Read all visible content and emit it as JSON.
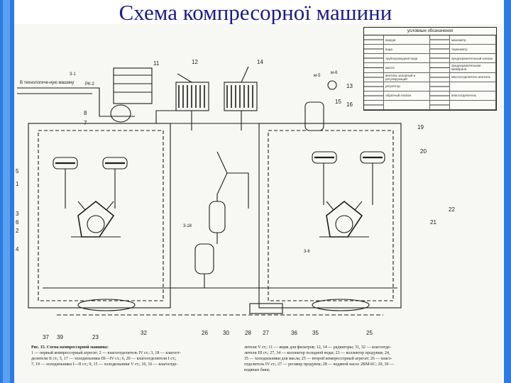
{
  "slide": {
    "title": "Схема компресорної машини"
  },
  "legend": {
    "header": "условные обозначения",
    "items": [
      {
        "label": "вакуум"
      },
      {
        "label": "манометр"
      },
      {
        "label": "вода"
      },
      {
        "label": "термометр"
      },
      {
        "label": "трубопроводная вода"
      },
      {
        "label": "предохранительный клапан"
      },
      {
        "label": "масло"
      },
      {
        "label": "предохранительная мембрана"
      },
      {
        "label": "вентиль запорный и регулирующий"
      },
      {
        "label": "маслоотделитель вентиль"
      },
      {
        "label": "регулятор"
      },
      {
        "label": ""
      },
      {
        "label": "обратный клапан"
      },
      {
        "label": "влагоотделитель"
      },
      {
        "label": ""
      },
      {
        "label": ""
      }
    ]
  },
  "callouts": [
    {
      "id": "5"
    },
    {
      "id": "1"
    },
    {
      "id": "3"
    },
    {
      "id": "6"
    },
    {
      "id": "2"
    },
    {
      "id": "4"
    },
    {
      "id": "8"
    },
    {
      "id": "7"
    },
    {
      "id": "11"
    },
    {
      "id": "12"
    },
    {
      "id": "14"
    },
    {
      "id": "13"
    },
    {
      "id": "15"
    },
    {
      "id": "16"
    },
    {
      "id": "19"
    },
    {
      "id": "20"
    },
    {
      "id": "22"
    },
    {
      "id": "21"
    },
    {
      "id": "23"
    },
    {
      "id": "26"
    },
    {
      "id": "27"
    },
    {
      "id": "28"
    },
    {
      "id": "30"
    },
    {
      "id": "32"
    },
    {
      "id": "35"
    },
    {
      "id": "36"
    },
    {
      "id": "37"
    },
    {
      "id": "39"
    },
    {
      "id": "25"
    }
  ],
  "annotations": {
    "to_process": "В технологиче-ную машину",
    "tag_3_1": "3-1",
    "tag_pk": "РК-2",
    "tag_v18": "3-18",
    "tag_v6": "3-6",
    "tag_m5": "м-5",
    "tag_m6": "м-6"
  },
  "caption": {
    "heading": "Рис. 15. Схема компрессорной машины:",
    "left": [
      "1 — первый компрессорный агрегат; 2 — влагоотделитель IV ст.; 3, 18 — влагоот-",
      "делители II ст.; 5, 17 — холодильники III—IV ст.; 6, 20 — влагоотделители I ст.;",
      "7, 19 — холодильники I—II ст.; 9, 15 — холодильники V ст.; 10, 16 — влагоотде-"
    ],
    "right": [
      "лители V ст.; 11 — ящик для фильтров; 12, 14 — радиаторы; 31, 32 — влагоотде-",
      "лители III ст.; 27, 34 — коллектор холодной воды; 23 — коллектор продувки; 24,",
      "35 — холодильники для масла; 25 — второй компрессорный агрегат; 26 — влаго-",
      "отделитель IV ст.; 27 — ресивер продувок; 28 — водяной насос 2КМ-6С; 29, 30 —",
      "водяные баки;"
    ]
  }
}
